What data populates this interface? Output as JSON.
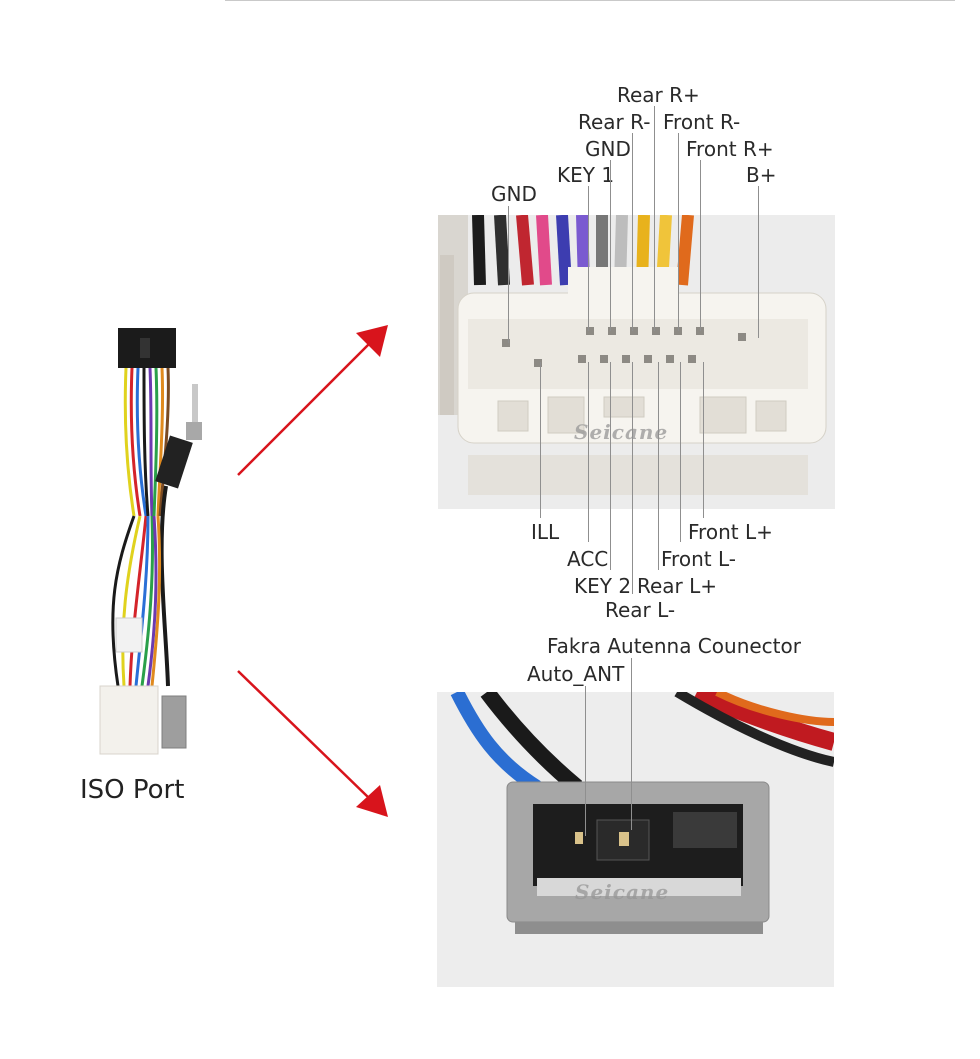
{
  "diagram": {
    "iso_port_label": "ISO Port",
    "watermark": "Seicane",
    "top_connector": {
      "top_labels": [
        "Rear R+",
        "Rear R-",
        "Front R-",
        "GND",
        "Front R+",
        "KEY 1",
        "B+",
        "GND"
      ],
      "bottom_labels": [
        "ILL",
        "Front L+",
        "ACC",
        "Front L-",
        "KEY 2",
        "Rear L+",
        "Rear L-"
      ]
    },
    "antenna_connector": {
      "labels": [
        "Fakra Autenna Counector",
        "Auto_ANT"
      ]
    },
    "colors": {
      "arrow": "#d8141c",
      "leader_line": "#8f8f8f",
      "connector_white": "#f5f3ee",
      "connector_grey": "#9a9a9a"
    }
  }
}
